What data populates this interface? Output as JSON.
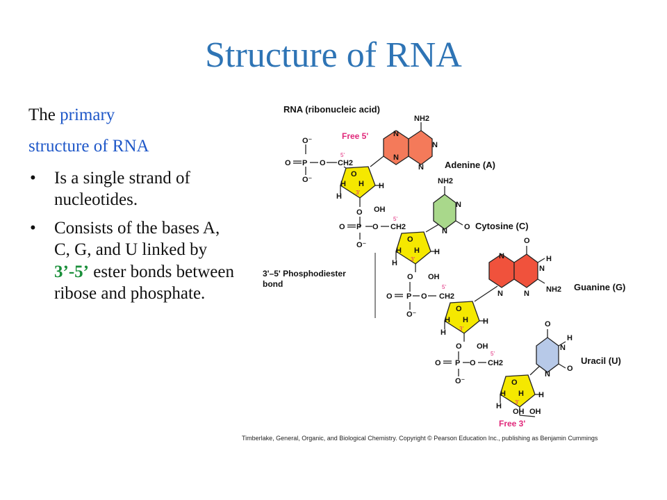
{
  "title": "Structure of RNA",
  "intro": {
    "part1": "The",
    "highlight1": "primary",
    "highlight2": "structure of RNA"
  },
  "bullets": [
    {
      "marker": "•",
      "text": "Is a single strand of nucleotides."
    },
    {
      "marker": "•",
      "pre": "Consists of the bases A, C, G, and U linked by",
      "emph": "3’-5’",
      "post": "ester bonds between ribose and phosphate."
    }
  ],
  "figure": {
    "heading": "RNA (ribonucleic acid)",
    "free5": "Free 5'",
    "free3": "Free 3'",
    "bond_label_line1": "3'–5' Phosphodiester",
    "bond_label_line2": "bond",
    "bases": [
      {
        "name": "Adenine (A)",
        "color": "#F47A5A"
      },
      {
        "name": "Cytosine (C)",
        "color": "#A9D88B"
      },
      {
        "name": "Guanine (G)",
        "color": "#F0523C"
      },
      {
        "name": "Uracil (U)",
        "color": "#B7C9E8"
      }
    ],
    "sugar_color": "#F5E800",
    "free_label_color": "#E0287A",
    "atoms": {
      "nh2": "NH2",
      "n": "N",
      "o": "O",
      "h": "H",
      "oh": "OH",
      "p": "P",
      "ch2": "CH2",
      "ominus": "O⁻",
      "c3": "3'",
      "c5": "5'"
    },
    "credit": "Timberlake, General, Organic, and Biological Chemistry. Copyright © Pearson Education Inc., publishing as Benjamin Cummings"
  }
}
